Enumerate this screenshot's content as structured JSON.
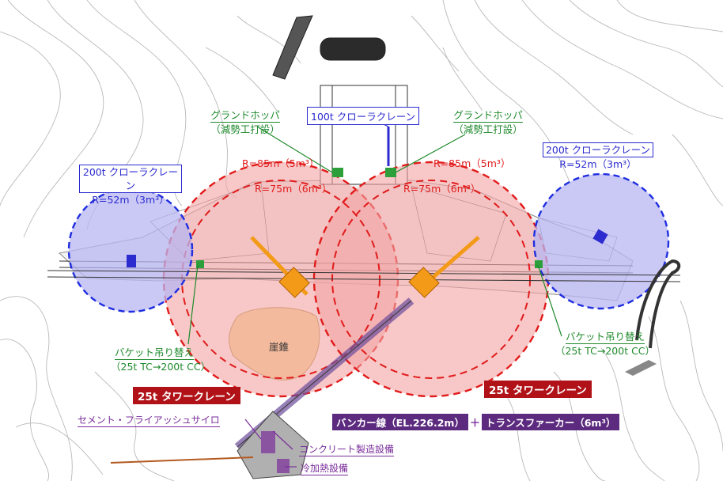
{
  "colors": {
    "contour": "#b9b9b9",
    "red_zone_fill": "#f4a3a3",
    "red_zone_stroke": "#e11b1b",
    "blue_zone_fill": "#b8b6f2",
    "blue_zone_stroke": "#1e2ee0",
    "green_label": "#1f8a2c",
    "blue_label": "#2b2bd0",
    "red_label_bg": "#b01218",
    "purple_label": "#7a2d9b",
    "purple_bg": "#5c2a7e",
    "talus_fill": "#f4dc94",
    "crane_orange": "#f39a18"
  },
  "labels": {
    "hopper_left_title": "グランドホッパ",
    "hopper_left_sub": "（減勢工打設）",
    "hopper_right_title": "グランドホッパ",
    "hopper_right_sub": "（減勢工打設）",
    "crawler_100t": "100t クローラクレーン",
    "crawler_200t_left": "200t クローラクレーン",
    "crawler_200t_left_r": "R=52m（3m³）",
    "crawler_200t_right": "200t クローラクレーン",
    "crawler_200t_right_r": "R=52m（3m³）",
    "r85_left": "R=85m（5m³）",
    "r75_left": "R=75m（6m³）",
    "r85_right": "R=85m（5m³）",
    "r75_right": "R=75m（6m³）",
    "talus": "崖錐",
    "bucket_left_title": "バケット吊り替え",
    "bucket_left_sub": "（25t TC→200t CC）",
    "bucket_right_title": "バケット吊り替え",
    "bucket_right_sub": "（25t TC→200t CC）",
    "tower_left": "25t タワークレーン",
    "tower_right": "25t タワークレーン",
    "silo": "セメント・フライアッシュサイロ",
    "bunker": "バンカー線（EL.226.2m）",
    "plus": "＋",
    "transfer": "トランスファーカー（6m³）",
    "concrete_plant": "コンクリート製造設備",
    "cooling": "冷加熱設備"
  }
}
